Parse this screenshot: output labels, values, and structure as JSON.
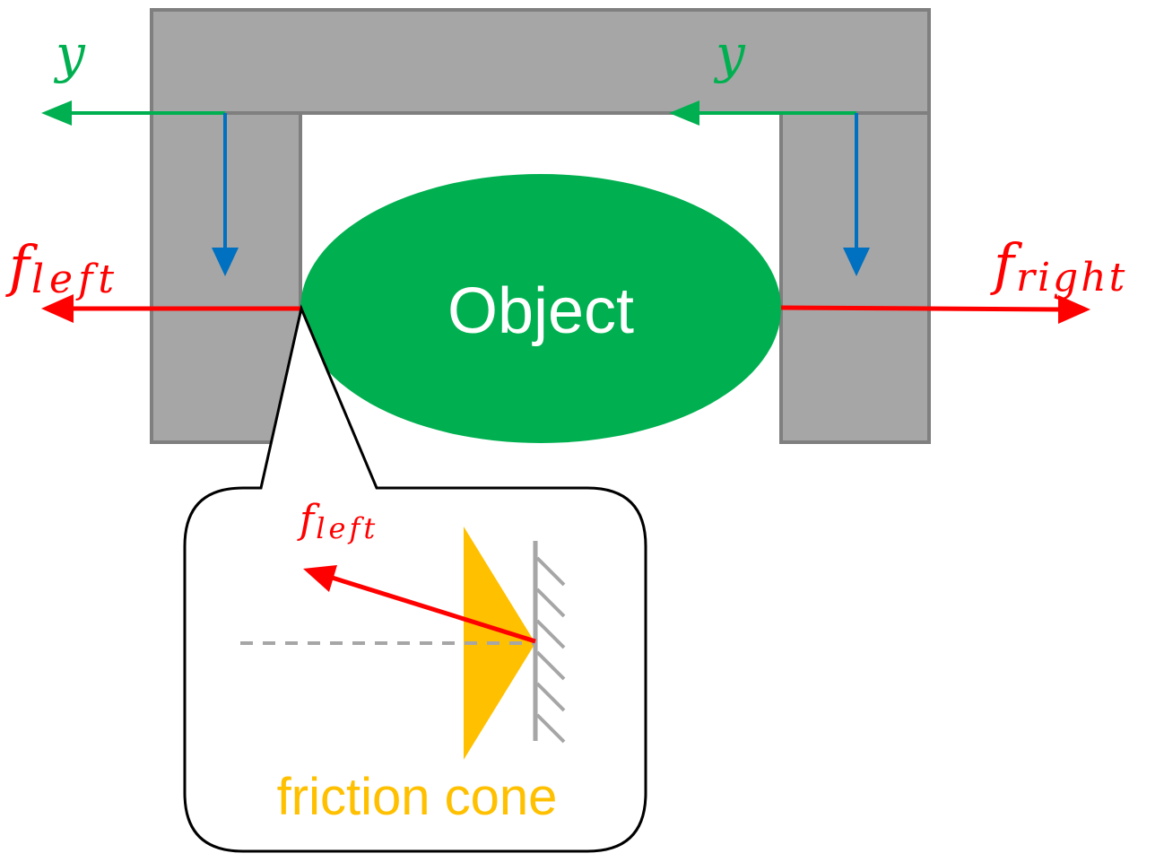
{
  "labels": {
    "y_left": "y",
    "y_right": "y",
    "f_left_base": "f",
    "f_left_sub": "left",
    "f_right_base": "f",
    "f_right_sub": "right",
    "object": "Object",
    "inset_f_base": "f",
    "inset_f_sub": "left",
    "friction_cone": "friction cone"
  },
  "colors": {
    "gripper_fill": "#a6a6a6",
    "gripper_stroke": "#7f7f7f",
    "object_fill": "#00b050",
    "y_axis": "#00b050",
    "down_axis": "#0070c0",
    "force": "#ff0000",
    "cone": "#ffc000",
    "surface": "#a6a6a6",
    "callout_stroke": "#000000"
  }
}
